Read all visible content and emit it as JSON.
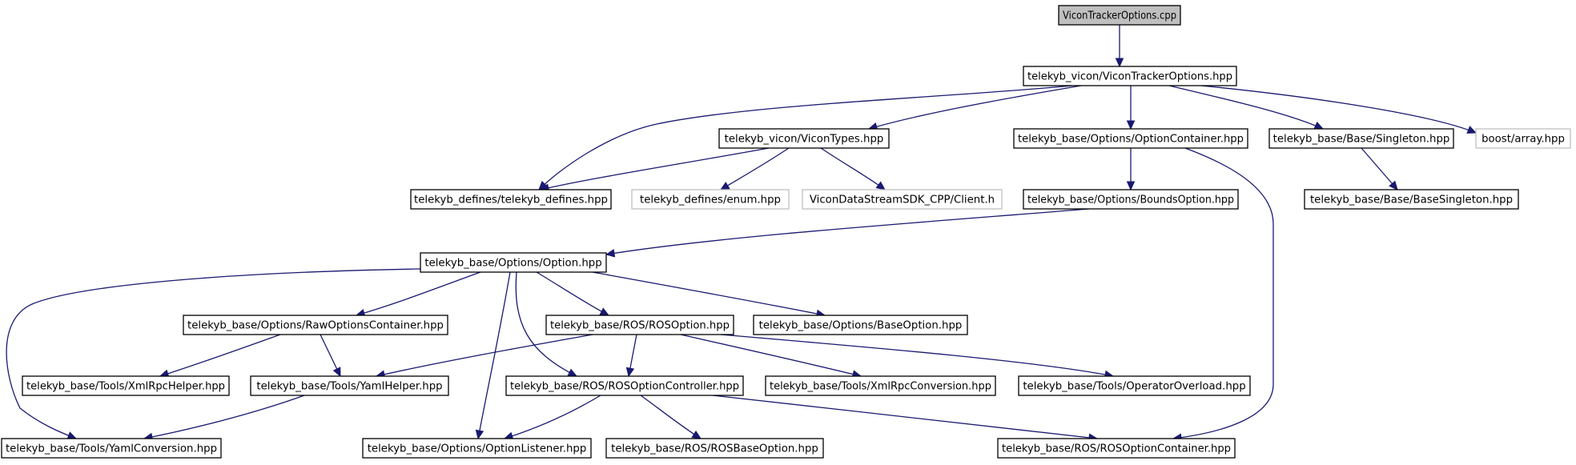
{
  "graph": {
    "root": "n0",
    "nodes": [
      {
        "id": "n0",
        "label": "ViconTrackerOptions.cpp",
        "style": "root"
      },
      {
        "id": "n1",
        "label": "telekyb_vicon/ViconTrackerOptions.hpp",
        "style": "normal"
      },
      {
        "id": "n2",
        "label": "telekyb_vicon/ViconTypes.hpp",
        "style": "normal"
      },
      {
        "id": "n3",
        "label": "telekyb_base/Options/OptionContainer.hpp",
        "style": "normal"
      },
      {
        "id": "n4",
        "label": "telekyb_base/Base/Singleton.hpp",
        "style": "normal"
      },
      {
        "id": "n5",
        "label": "boost/array.hpp",
        "style": "external"
      },
      {
        "id": "n6",
        "label": "telekyb_defines/telekyb_defines.hpp",
        "style": "normal"
      },
      {
        "id": "n7",
        "label": "telekyb_defines/enum.hpp",
        "style": "external"
      },
      {
        "id": "n8",
        "label": "ViconDataStreamSDK_CPP/Client.h",
        "style": "external"
      },
      {
        "id": "n9",
        "label": "telekyb_base/Options/BoundsOption.hpp",
        "style": "normal"
      },
      {
        "id": "n10",
        "label": "telekyb_base/Base/BaseSingleton.hpp",
        "style": "normal"
      },
      {
        "id": "n11",
        "label": "telekyb_base/Options/Option.hpp",
        "style": "normal"
      },
      {
        "id": "n12",
        "label": "telekyb_base/Options/RawOptionsContainer.hpp",
        "style": "normal"
      },
      {
        "id": "n13",
        "label": "telekyb_base/ROS/ROSOption.hpp",
        "style": "normal"
      },
      {
        "id": "n14",
        "label": "telekyb_base/Options/BaseOption.hpp",
        "style": "normal"
      },
      {
        "id": "n15",
        "label": "telekyb_base/Tools/XmlRpcHelper.hpp",
        "style": "normal"
      },
      {
        "id": "n16",
        "label": "telekyb_base/Tools/YamlHelper.hpp",
        "style": "normal"
      },
      {
        "id": "n17",
        "label": "telekyb_base/ROS/ROSOptionController.hpp",
        "style": "normal"
      },
      {
        "id": "n18",
        "label": "telekyb_base/Tools/XmlRpcConversion.hpp",
        "style": "normal"
      },
      {
        "id": "n19",
        "label": "telekyb_base/Tools/OperatorOverload.hpp",
        "style": "normal"
      },
      {
        "id": "n20",
        "label": "telekyb_base/Tools/YamlConversion.hpp",
        "style": "normal"
      },
      {
        "id": "n21",
        "label": "telekyb_base/Options/OptionListener.hpp",
        "style": "normal"
      },
      {
        "id": "n22",
        "label": "telekyb_base/ROS/ROSBaseOption.hpp",
        "style": "normal"
      },
      {
        "id": "n23",
        "label": "telekyb_base/ROS/ROSOptionContainer.hpp",
        "style": "normal"
      }
    ],
    "edges": [
      {
        "from": "n0",
        "to": "n1"
      },
      {
        "from": "n1",
        "to": "n6"
      },
      {
        "from": "n1",
        "to": "n2"
      },
      {
        "from": "n1",
        "to": "n3"
      },
      {
        "from": "n1",
        "to": "n4"
      },
      {
        "from": "n1",
        "to": "n5"
      },
      {
        "from": "n2",
        "to": "n6"
      },
      {
        "from": "n2",
        "to": "n7"
      },
      {
        "from": "n2",
        "to": "n8"
      },
      {
        "from": "n3",
        "to": "n9"
      },
      {
        "from": "n3",
        "to": "n23"
      },
      {
        "from": "n4",
        "to": "n10"
      },
      {
        "from": "n9",
        "to": "n11"
      },
      {
        "from": "n11",
        "to": "n20"
      },
      {
        "from": "n11",
        "to": "n12"
      },
      {
        "from": "n11",
        "to": "n21"
      },
      {
        "from": "n11",
        "to": "n17"
      },
      {
        "from": "n11",
        "to": "n13"
      },
      {
        "from": "n11",
        "to": "n14"
      },
      {
        "from": "n12",
        "to": "n15"
      },
      {
        "from": "n12",
        "to": "n16"
      },
      {
        "from": "n13",
        "to": "n16"
      },
      {
        "from": "n13",
        "to": "n17"
      },
      {
        "from": "n13",
        "to": "n18"
      },
      {
        "from": "n13",
        "to": "n19"
      },
      {
        "from": "n16",
        "to": "n20"
      },
      {
        "from": "n17",
        "to": "n21"
      },
      {
        "from": "n17",
        "to": "n22"
      },
      {
        "from": "n17",
        "to": "n23"
      }
    ]
  },
  "colors": {
    "edge": "#191970",
    "root_fill": "#bfbfbf",
    "external_border": "#bfbfbf",
    "node_border": "#000000"
  }
}
